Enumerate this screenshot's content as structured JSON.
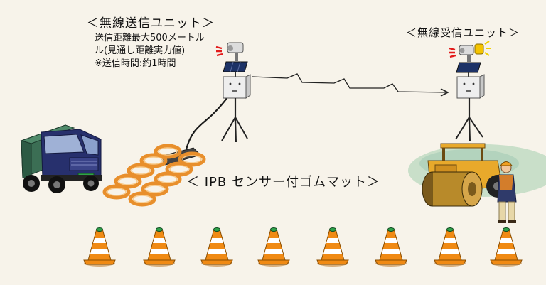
{
  "transmitter": {
    "title": "＜無線送信ユニット＞",
    "spec_lines": [
      "送信距離最大500メートル",
      "ル(見通し距離実力値)",
      "※送信時間:約1時間"
    ]
  },
  "receiver": {
    "title": "＜無線受信ユニット＞"
  },
  "mat": {
    "label": "＜ IPB センサー付ゴムマット＞"
  },
  "colors": {
    "background": "#f7f3ea",
    "cone_orange": "#f08a14",
    "truck_body": "#27306d",
    "roller_yellow": "#e8a92b",
    "ring_orange": "#e88f2c"
  },
  "icons": {
    "transmitter": "wireless-transmitter-unit",
    "receiver": "wireless-receiver-unit",
    "truck": "dump-truck",
    "roller": "road-roller",
    "worker": "worker",
    "cone": "traffic-cone"
  }
}
